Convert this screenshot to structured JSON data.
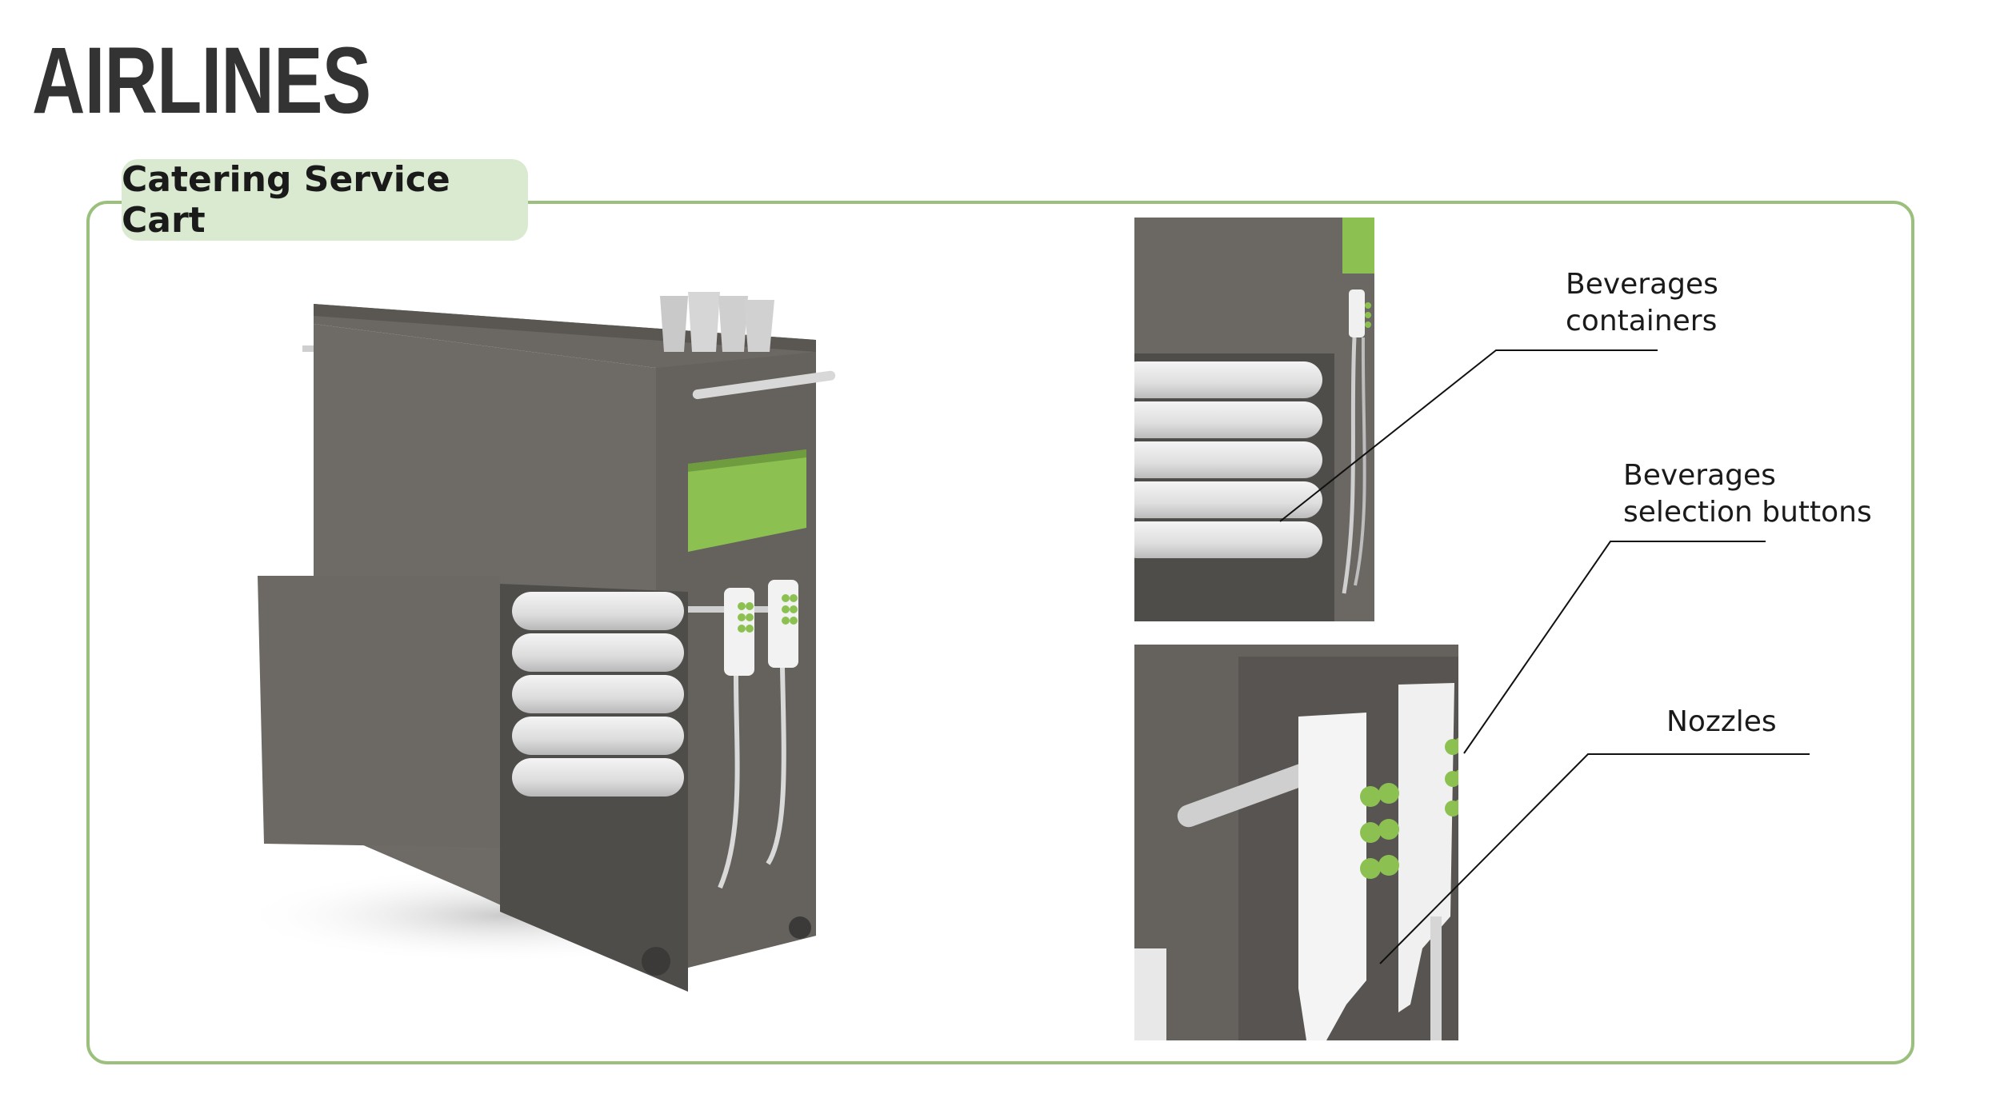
{
  "page": {
    "title": "AIRLINES"
  },
  "panel": {
    "tab_label": "Catering Service Cart"
  },
  "callouts": {
    "beverages_containers": {
      "line1": "Beverages",
      "line2": "containers"
    },
    "selection_buttons": {
      "line1": "Beverages",
      "line2": "selection buttons"
    },
    "nozzles": {
      "line1": "Nozzles"
    }
  },
  "colors": {
    "accent_green": "#8cc152",
    "panel_border": "#9bc07d",
    "tab_background": "#d9ead0",
    "cart_body": "#6b6864",
    "title_text": "#333333"
  }
}
